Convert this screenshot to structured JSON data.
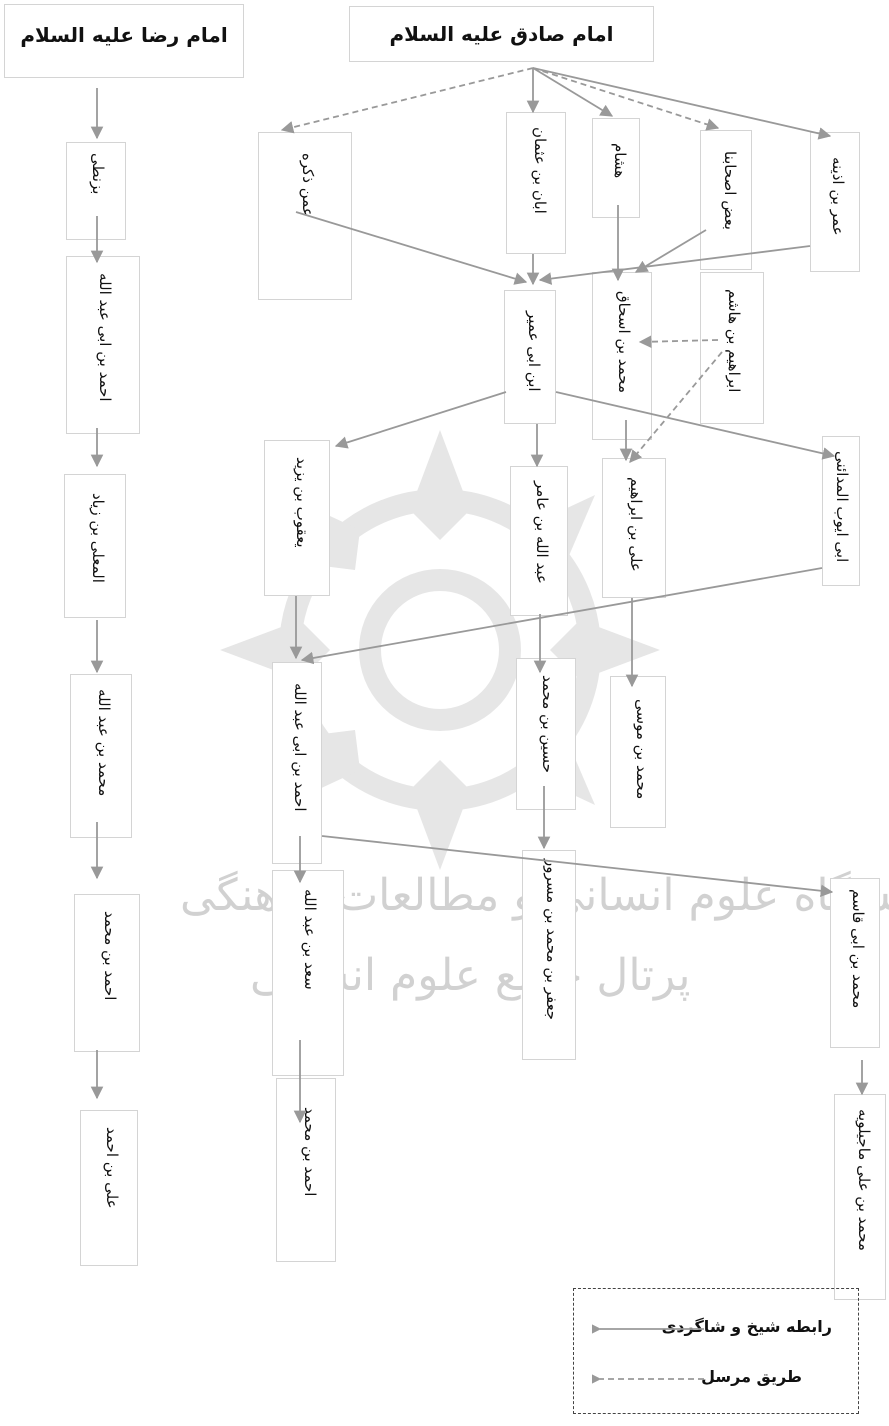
{
  "titles": {
    "imam_sadiq": "امام صادق علیه السلام",
    "imam_reza": "امام رضا علیه السلام"
  },
  "nodes": {
    "n_umar_bin_udhayna": "عمر بن اذینه",
    "n_bad_ashabina": "بعض اصحابنا",
    "n_hisham": "هشام",
    "n_aban": "ابان بن عثمان",
    "n_amman_dhakarahu": "عمن ذکره",
    "n_ibn_abi_umayr": "ابن ابی عمیر",
    "n_muhammad_ishaq": "محمد بن اسحاق",
    "n_ibrahim_hashim": "ابراهیم بن هاشم",
    "n_abi_ayyub": "ابی ایوب المدائنی",
    "n_ali_ibrahim": "علی بن ابراهیم",
    "n_abdullah_amir": "عبد الله بن عامر",
    "n_yaqub_yazid": "یعقوب بن یزید",
    "n_muhammad_musa": "محمد بن موسی",
    "n_husayn_muhammad": "حسین بن محمد",
    "n_ahmad_abi_abdullah_c": "احمد بن ابی عبد الله",
    "n_jafar_masrur": "جعفر بن محمد بن مسرور",
    "n_saad_abdullah": "سعد بن عبد الله",
    "n_muhammad_abi_qasim": "محمد بن ابی قاسم",
    "n_ahmad_muhammad_c": "احمد بن محمد",
    "n_muhammad_majiluyah": "محمد بن علی ماجیلویه",
    "n_bazanti": "بزنطی",
    "n_ahmad_abi_abdullah_l": "احمد بن ابی عبد الله",
    "n_mualla_ziyad": "المعلی بن زیاد",
    "n_muhammad_abdullah": "محمد بن عبد الله",
    "n_ahmad_muhammad_l": "احمد بن محمد",
    "n_ali_ahmad": "علی بن احمد"
  },
  "legend": {
    "solid_label": "رابطه شیخ و شاگردی",
    "dashed_label": "طریق مرسل"
  },
  "watermark": {
    "line1": "پژوهشگاه علوم انسانی و مطالعات فرهنگی",
    "line2": "پرتال جامع علوم انسانی"
  },
  "colors": {
    "arrow": "#999999",
    "box_border": "#d4d4d4",
    "legend_border": "#444444"
  }
}
